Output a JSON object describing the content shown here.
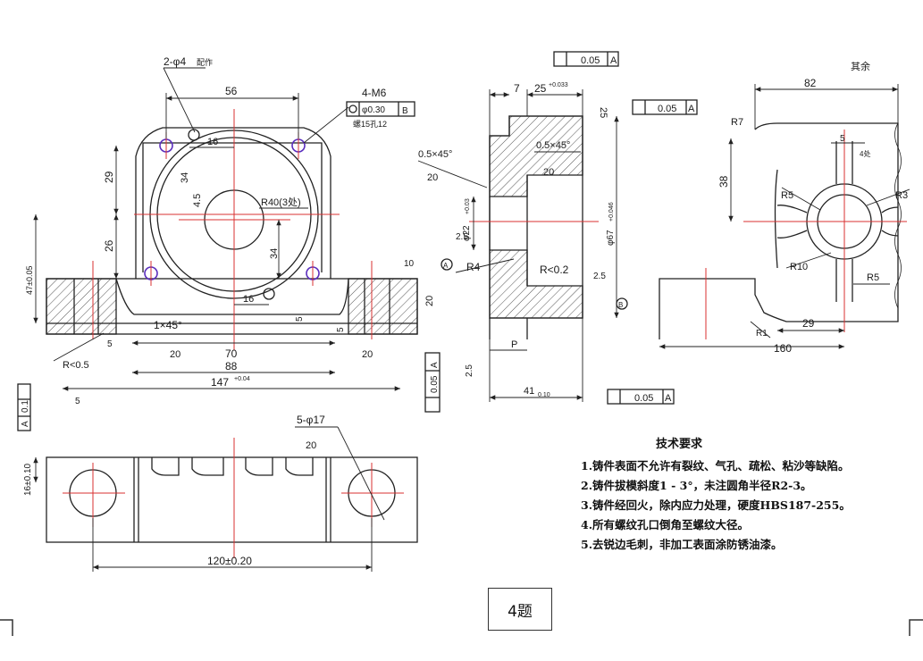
{
  "question_label": "4题",
  "tech_requirements": {
    "title": "技术要求",
    "items": [
      "1.铸件表面不允许有裂纹、气孔、疏松、粘沙等缺陷。",
      "2.铸件拔模斜度1 - 3°，未注圆角半径R2-3。",
      "3.铸件经回火，除内应力处理，硬度HBS187-255。",
      "4.所有螺纹孔口倒角至螺纹大径。",
      "5.去锐边毛刺，非加工表面涂防锈油漆。"
    ]
  },
  "front_view": {
    "holes_note": "2-φ4",
    "holes_note_suffix": "配作",
    "thread_note": "4-M6",
    "thread_tol": "φ0.30",
    "thread_datum": "B",
    "thread_depth": "螺15孔12",
    "dim_56": "56",
    "dim_16_top": "16",
    "dim_29": "29",
    "dim_26": "26",
    "dim_34_top": "34",
    "dim_4_5": "4.5",
    "dim_r40": "R40(3处)",
    "dim_34_mid": "34",
    "dim_47": "47±0.05",
    "dim_16_bottom": "16",
    "dim_5_mid": "5",
    "dim_5_right": "5",
    "dim_20_right": "20",
    "chamfer": "1×45°",
    "rough_20_a": "20",
    "rough_20_b": "20",
    "rough_10": "10",
    "rough_5": "5",
    "dim_r05": "R<0.5",
    "dim_70": "70",
    "dim_88": "88",
    "dim_147": "147",
    "dim_147_tol": "+0.04",
    "flat_tol": "0.1",
    "flat_datum": "A",
    "par_tol": "0.05",
    "par_datum": "A",
    "rough_5_bottom": "5"
  },
  "top_view": {
    "holes": "5-φ17",
    "rough": "20",
    "dim_16": "16±0.10",
    "dim_120": "120±0.20"
  },
  "side_view": {
    "top_tol": "0.05",
    "top_datum": "A",
    "dim_7": "7",
    "dim_25": "25",
    "dim_25_tol": "+0.033",
    "par_tol": "0.05",
    "par_datum": "A",
    "rough_25": "25",
    "chamfer_left": "0.5×45°",
    "chamfer_left_rough": "20",
    "chamfer_right": "0.5×45°",
    "chamfer_right_rough": "20",
    "dim_22": "φ22",
    "dim_22_tol": "+0.03",
    "dim_67": "φ67",
    "dim_67_tol": "+0.046",
    "rough_2_5_left": "2.5",
    "rough_2_5_right": "2.5",
    "rough_2_5_bottom": "2.5",
    "datum_a": "A",
    "datum_b": "B",
    "dim_r4": "R4",
    "dim_r02": "R<0.2",
    "dim_p": "P",
    "dim_41": "41",
    "dim_41_tol": "0.10",
    "bottom_tol": "0.05",
    "bottom_datum": "A"
  },
  "detail_view": {
    "rest_note": "其余",
    "dim_82": "82",
    "dim_r7": "R7",
    "dim_38": "38",
    "dim_r5_a": "R5",
    "dim_r3": "R3",
    "dim_5": "5",
    "dim_4": "4处",
    "dim_r10": "R10",
    "dim_r5_b": "R5",
    "dim_r1": "R1",
    "dim_29": "29",
    "dim_160": "160"
  },
  "colors": {
    "line": "#222222",
    "center": "#d93030",
    "hole": "#5a2dbd",
    "hatch": "#444444"
  }
}
